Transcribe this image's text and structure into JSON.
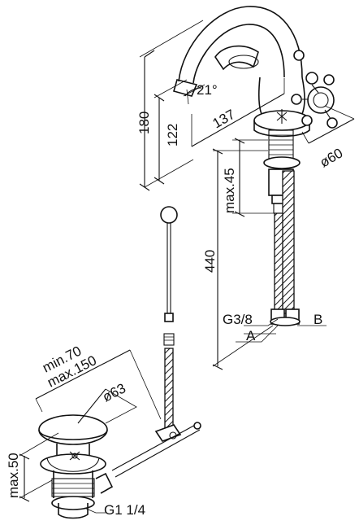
{
  "labels": {
    "angle": "21°",
    "spout_reach": "137",
    "height_total": "180",
    "height_spout": "122",
    "base_diameter": "ø60",
    "max_thickness": "max.45",
    "hose_length": "440",
    "connection_thread": "G3/8",
    "connection_a": "A",
    "connection_b": "B",
    "rod_min": "min.70",
    "rod_max": "max.150",
    "waste_diameter": "ø63",
    "waste_height": "max.50",
    "waste_thread": "G1 1/4"
  }
}
